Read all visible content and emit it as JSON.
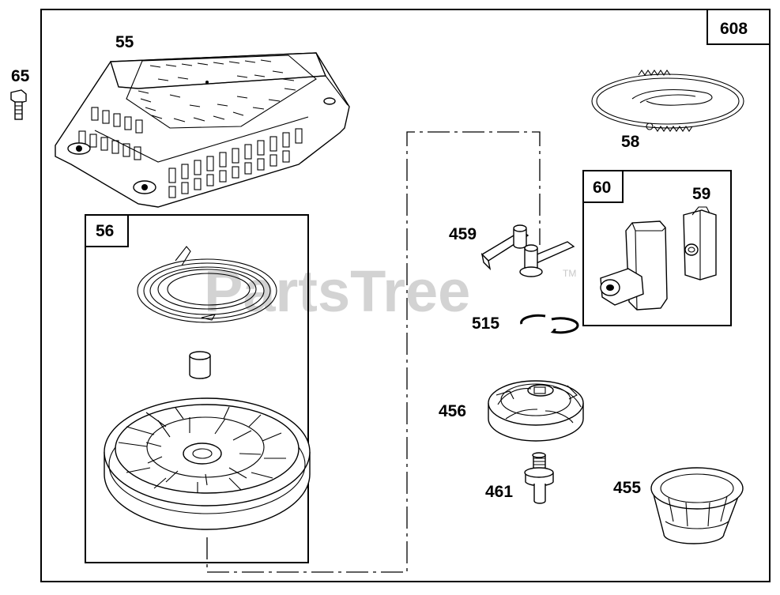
{
  "watermark": {
    "text": "PartsTree",
    "tm": "TM"
  },
  "assembly_label": "608",
  "group_labels": {
    "recoil_box": "56",
    "handle_box": "60"
  },
  "part_labels": {
    "p65": "65",
    "p55": "55",
    "p58": "58",
    "p59": "59",
    "p459": "459",
    "p515": "515",
    "p456": "456",
    "p461": "461",
    "p455": "455"
  }
}
